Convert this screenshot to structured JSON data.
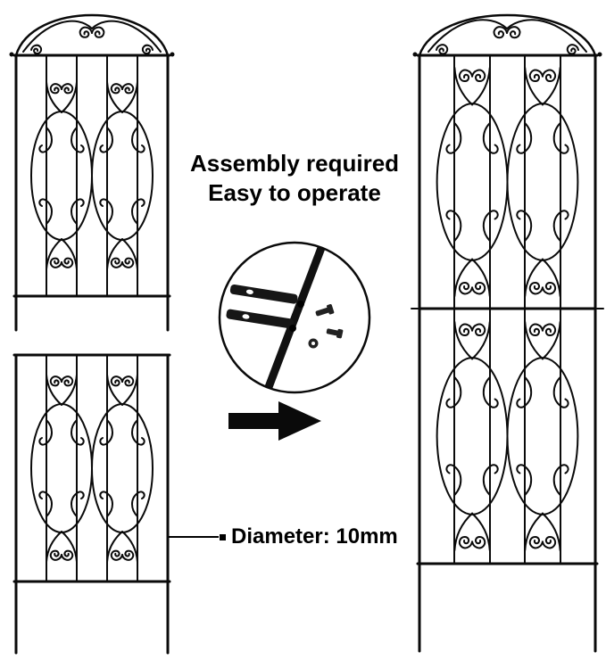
{
  "colors": {
    "background": "#ffffff",
    "ink": "#0a0a0a"
  },
  "annotations": {
    "assembly_line1": "Assembly required",
    "assembly_line2": "Easy to operate",
    "diameter_label": "Diameter: 10mm"
  },
  "figures": {
    "trellis_top_section": "trellis top panel with arched scrollwork and short stakes",
    "trellis_bottom_section": "trellis bottom panel with long stakes",
    "trellis_assembled": "assembled full-height two-panel trellis",
    "hardware_inset": "magnified circle showing connector bars, bolt holes and bolts",
    "assembly_arrow": "right-pointing solid arrow"
  }
}
